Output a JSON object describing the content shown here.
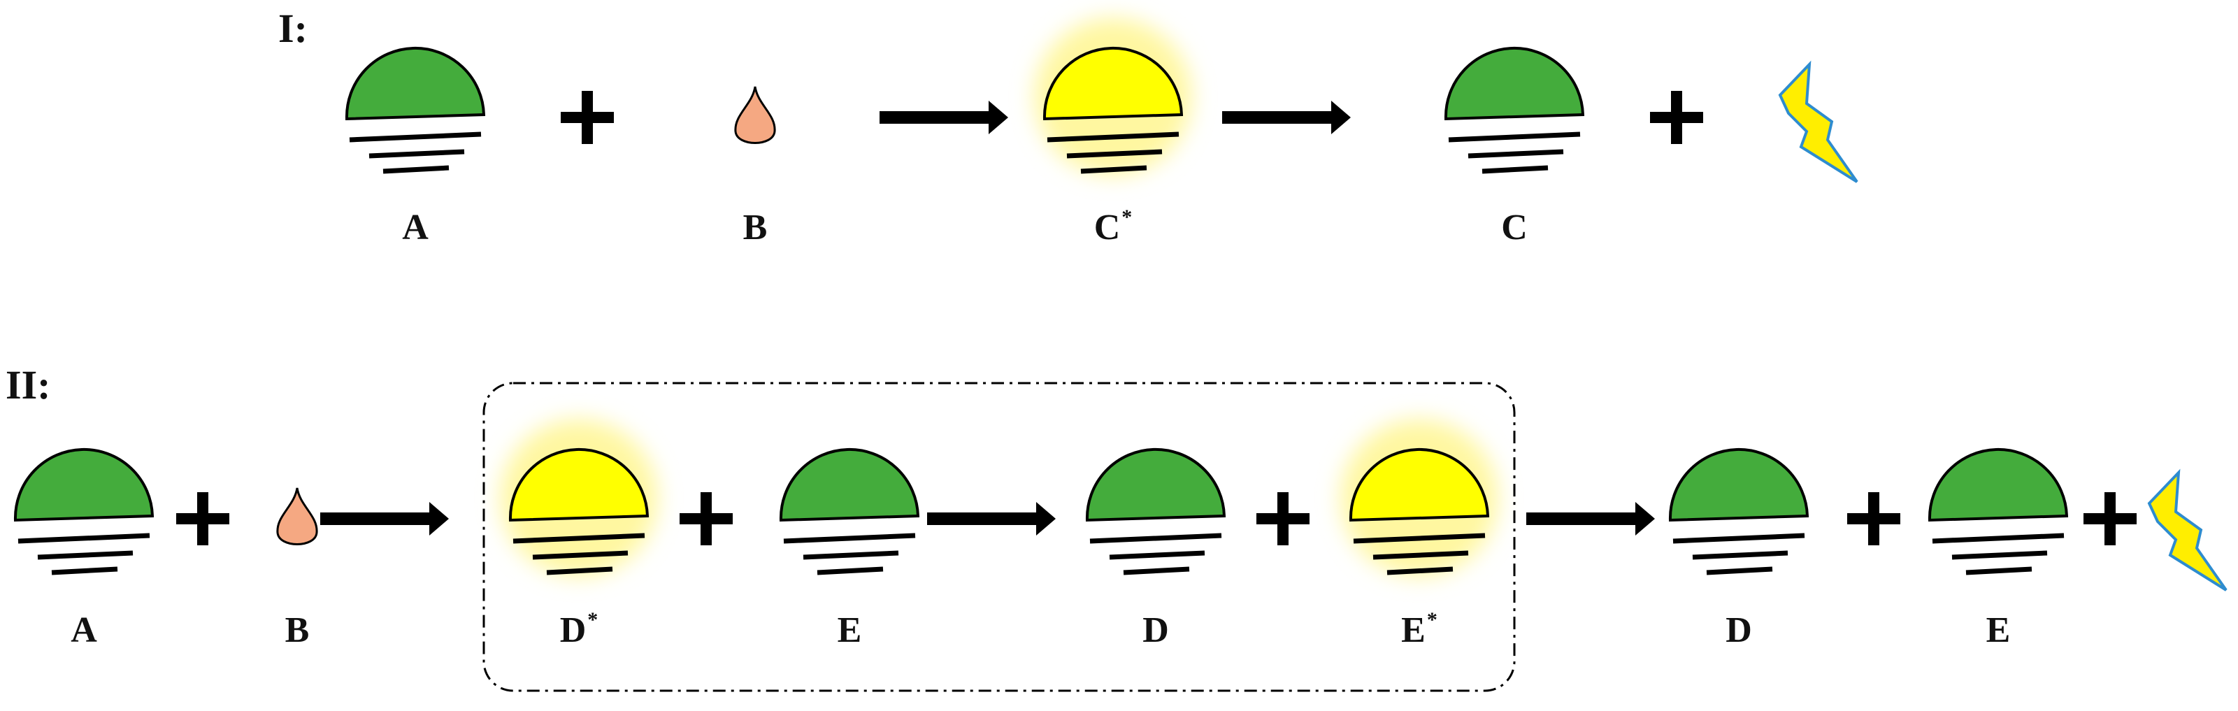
{
  "rows": [
    {
      "label": "I:",
      "items": [
        {
          "kind": "bulb",
          "state": "ground",
          "label": "A"
        },
        {
          "kind": "plus"
        },
        {
          "kind": "drop",
          "label": "B"
        },
        {
          "kind": "arrow"
        },
        {
          "kind": "bulb",
          "state": "excited",
          "label": "C",
          "superscript": "*"
        },
        {
          "kind": "arrow"
        },
        {
          "kind": "bulb",
          "state": "ground",
          "label": "C"
        },
        {
          "kind": "plus"
        },
        {
          "kind": "bolt"
        }
      ]
    },
    {
      "label": "II:",
      "items": [
        {
          "kind": "bulb",
          "state": "ground",
          "label": "A"
        },
        {
          "kind": "plus"
        },
        {
          "kind": "drop",
          "label": "B"
        },
        {
          "kind": "arrow"
        },
        {
          "kind": "bulb",
          "state": "excited",
          "label": "D",
          "superscript": "*"
        },
        {
          "kind": "plus"
        },
        {
          "kind": "bulb",
          "state": "ground",
          "label": "E"
        },
        {
          "kind": "arrow"
        },
        {
          "kind": "bulb",
          "state": "ground",
          "label": "D"
        },
        {
          "kind": "plus"
        },
        {
          "kind": "bulb",
          "state": "excited",
          "label": "E",
          "superscript": "*"
        },
        {
          "kind": "arrow"
        },
        {
          "kind": "bulb",
          "state": "ground",
          "label": "D"
        },
        {
          "kind": "plus"
        },
        {
          "kind": "bulb",
          "state": "ground",
          "label": "E"
        },
        {
          "kind": "plus"
        },
        {
          "kind": "bolt"
        }
      ],
      "group": {
        "from": 4,
        "to": 10,
        "style": "dash-dot"
      }
    }
  ],
  "colors": {
    "ground": "#44ac3c",
    "excited": "#ffff00",
    "glow": "#fff7a0",
    "drop": "#f5a882",
    "bolt_fill": "#ffee00",
    "bolt_stroke": "#2e8ccf",
    "ink": "#000000"
  }
}
